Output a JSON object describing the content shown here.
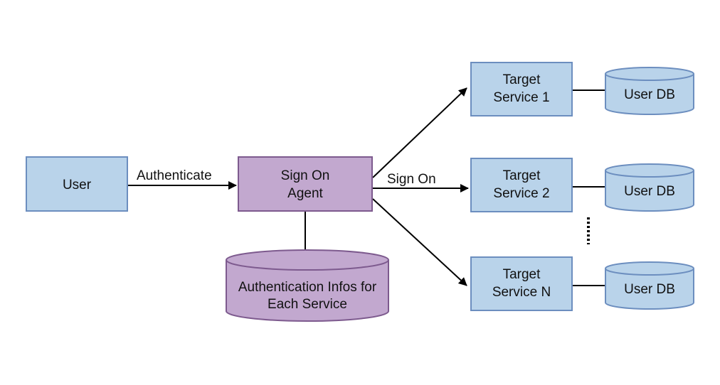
{
  "colors": {
    "blue_fill": "#b9d3ea",
    "blue_stroke": "#6c8ebf",
    "purple_fill": "#c2a8cf",
    "purple_stroke": "#7d5a8e",
    "edge": "#000000"
  },
  "nodes": {
    "user": {
      "label": "User"
    },
    "sign_on_agent": {
      "line1": "Sign On",
      "line2": "Agent"
    },
    "auth_store": {
      "line1": "Authentication Infos for",
      "line2": "Each Service"
    },
    "target_1": {
      "line1": "Target",
      "line2": "Service 1"
    },
    "target_2": {
      "line1": "Target",
      "line2": "Service 2"
    },
    "target_n": {
      "line1": "Target",
      "line2": "Service N"
    },
    "userdb_1": {
      "label": "User DB"
    },
    "userdb_2": {
      "label": "User DB"
    },
    "userdb_n": {
      "label": "User DB"
    }
  },
  "edges": {
    "authenticate": "Authenticate",
    "sign_on": "Sign On"
  }
}
